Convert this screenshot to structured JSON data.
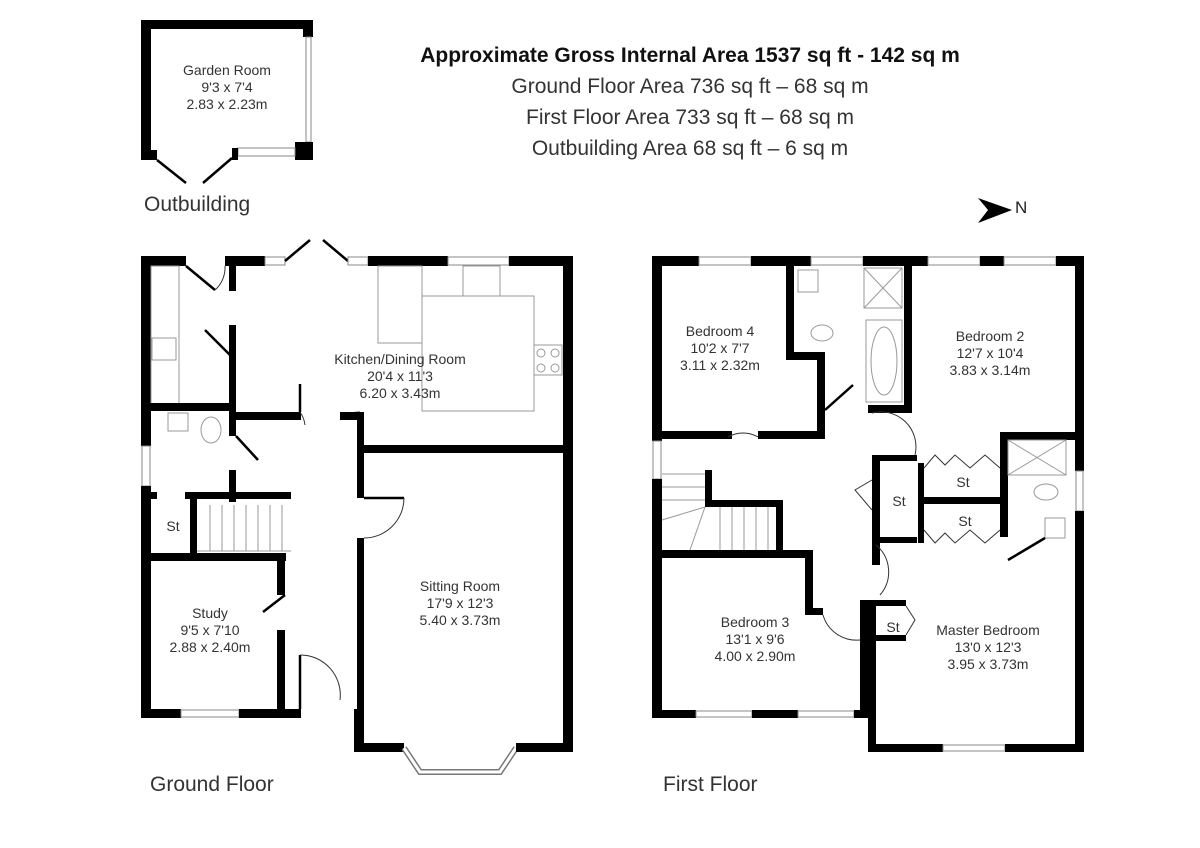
{
  "header": {
    "total": "Approximate Gross Internal Area 1537 sq ft - 142 sq m",
    "ground": "Ground Floor Area 736 sq ft – 68 sq m",
    "first": "First Floor Area 733 sq ft – 68 sq m",
    "outbuilding": "Outbuilding Area 68 sq ft – 6 sq m"
  },
  "compass": {
    "icon": "north-arrow-icon",
    "label": "N"
  },
  "outbuilding": {
    "label": "Outbuilding",
    "room": {
      "name": "Garden Room",
      "imperial": "9'3 x 7'4",
      "metric": "2.83 x 2.23m"
    }
  },
  "ground_floor": {
    "label": "Ground Floor",
    "rooms": [
      {
        "name": "Kitchen/Dining Room",
        "imperial": "20'4 x 11'3",
        "metric": "6.20 x 3.43m"
      },
      {
        "name": "Sitting Room",
        "imperial": "17'9 x 12'3",
        "metric": "5.40 x 3.73m"
      },
      {
        "name": "Study",
        "imperial": "9'5 x 7'10",
        "metric": "2.88 x 2.40m"
      },
      {
        "name": "St"
      }
    ]
  },
  "first_floor": {
    "label": "First Floor",
    "rooms": [
      {
        "name": "Bedroom 4",
        "imperial": "10'2 x 7'7",
        "metric": "3.11 x 2.32m"
      },
      {
        "name": "Bedroom 2",
        "imperial": "12'7 x 10'4",
        "metric": "3.83 x 3.14m"
      },
      {
        "name": "Bedroom 3",
        "imperial": "13'1 x 9'6",
        "metric": "4.00 x 2.90m"
      },
      {
        "name": "Master Bedroom",
        "imperial": "13'0 x 12'3",
        "metric": "3.95 x 3.73m"
      },
      {
        "name": "St"
      },
      {
        "name": "St"
      },
      {
        "name": "St"
      },
      {
        "name": "St"
      }
    ]
  }
}
